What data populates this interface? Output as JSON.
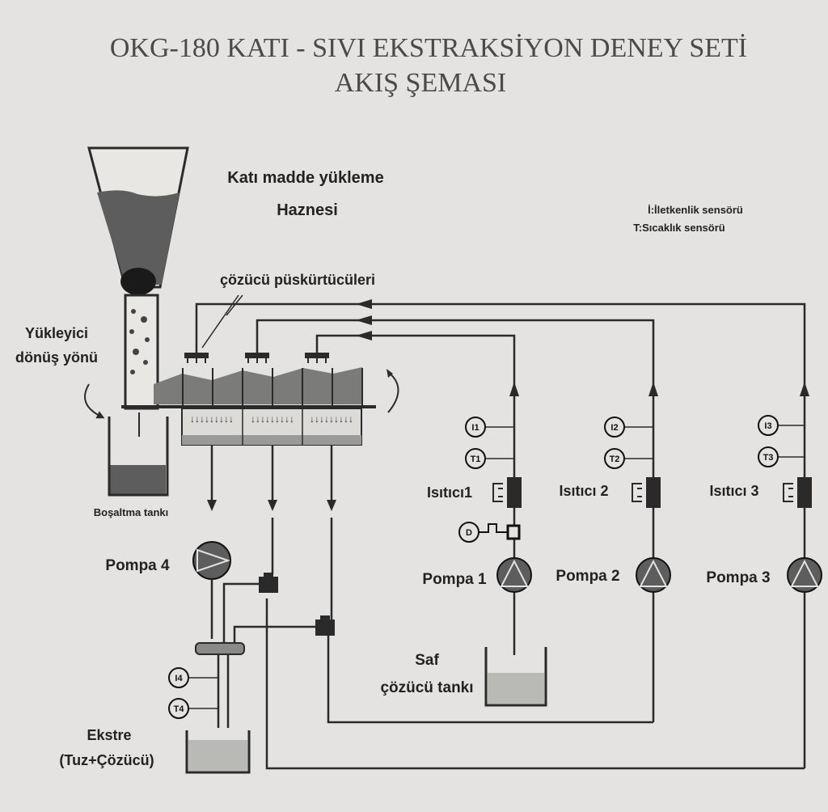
{
  "title": {
    "line1": "OKG-180 KATI - SIVI EKSTRAKSİYON DENEY SETİ",
    "line2": "AKIŞ ŞEMASI"
  },
  "labels": {
    "hopper": "Katı madde yükleme",
    "hopper2": "Haznesi",
    "sprayers": "çözücü püskürtücüleri",
    "rotation1": "Yükleyici",
    "rotation2": "dönüş yönü",
    "drain_tank": "Boşaltma tankı",
    "pump4": "Pompa 4",
    "pump1": "Pompa 1",
    "pump2": "Pompa 2",
    "pump3": "Pompa 3",
    "heater1": "Isıtıcı1",
    "heater2": "Isıtıcı 2",
    "heater3": "Isıtıcı 3",
    "pure_tank1": "Saf",
    "pure_tank2": "çözücü tankı",
    "extract1": "Ekstre",
    "extract2": "(Tuz+Çözücü)"
  },
  "legend": {
    "conductivity": "İ:İletkenlik sensörü",
    "temperature": "T:Sıcaklık sensörü"
  },
  "sensors": {
    "i1": "I1",
    "t1": "T1",
    "i2": "I2",
    "t2": "T2",
    "i3": "I3",
    "t3": "T3",
    "i4": "I4",
    "t4": "T4",
    "d": "D"
  },
  "colors": {
    "line": "#2a2a2a",
    "fill_dark": "#5d5d5d",
    "liquid": "#b9b9b6",
    "background": "#e4e3e1"
  }
}
